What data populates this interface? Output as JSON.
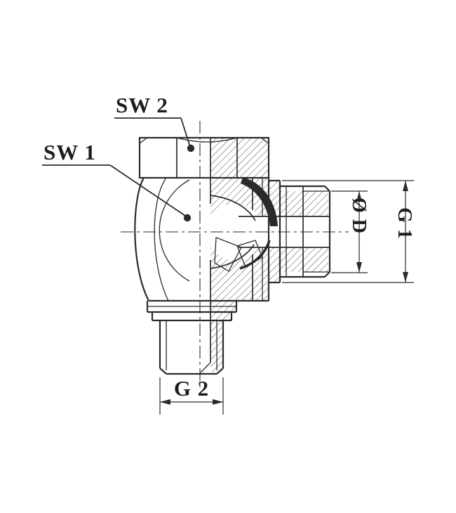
{
  "drawing": {
    "labels": {
      "sw2": "SW 2",
      "sw1": "SW 1",
      "dia_d": "Ø D",
      "g1": "G 1",
      "g2": "G 2"
    },
    "colors": {
      "line": "#2b2b2b",
      "background": "#ffffff"
    }
  }
}
